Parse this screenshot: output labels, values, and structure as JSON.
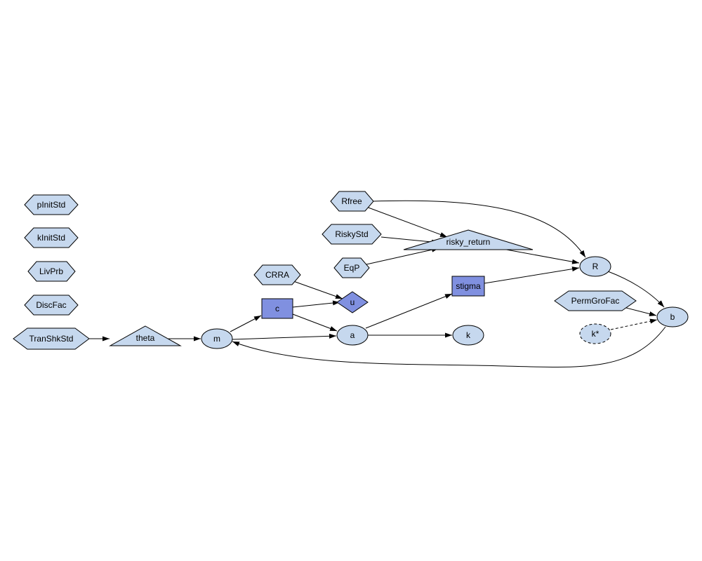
{
  "colors": {
    "fill_light": "#c6d8ee",
    "fill_dark": "#8090e0",
    "stroke": "#000000",
    "background": "#ffffff"
  },
  "nodes": {
    "pInitStd": {
      "label": "pInitStd",
      "shape": "hexagon",
      "style": "light"
    },
    "kInitStd": {
      "label": "kInitStd",
      "shape": "hexagon",
      "style": "light"
    },
    "LivPrb": {
      "label": "LivPrb",
      "shape": "hexagon",
      "style": "light"
    },
    "DiscFac": {
      "label": "DiscFac",
      "shape": "hexagon",
      "style": "light"
    },
    "TranShkStd": {
      "label": "TranShkStd",
      "shape": "hexagon",
      "style": "light"
    },
    "theta": {
      "label": "theta",
      "shape": "triangle",
      "style": "light"
    },
    "m": {
      "label": "m",
      "shape": "ellipse",
      "style": "light"
    },
    "c": {
      "label": "c",
      "shape": "box",
      "style": "dark"
    },
    "CRRA": {
      "label": "CRRA",
      "shape": "hexagon",
      "style": "light"
    },
    "u": {
      "label": "u",
      "shape": "diamond",
      "style": "dark"
    },
    "a": {
      "label": "a",
      "shape": "ellipse",
      "style": "light"
    },
    "k": {
      "label": "k",
      "shape": "ellipse",
      "style": "light"
    },
    "Rfree": {
      "label": "Rfree",
      "shape": "hexagon",
      "style": "light"
    },
    "RiskyStd": {
      "label": "RiskyStd",
      "shape": "hexagon",
      "style": "light"
    },
    "EqP": {
      "label": "EqP",
      "shape": "hexagon",
      "style": "light"
    },
    "risky_return": {
      "label": "risky_return",
      "shape": "triangle",
      "style": "light"
    },
    "stigma": {
      "label": "stigma",
      "shape": "box",
      "style": "dark"
    },
    "R": {
      "label": "R",
      "shape": "ellipse",
      "style": "light"
    },
    "PermGroFac": {
      "label": "PermGroFac",
      "shape": "hexagon",
      "style": "light"
    },
    "kstar": {
      "label": "k*",
      "shape": "ellipse",
      "style": "light-dashed"
    },
    "b": {
      "label": "b",
      "shape": "ellipse",
      "style": "light"
    }
  },
  "edges": [
    {
      "from": "TranShkStd",
      "to": "theta",
      "style": "solid"
    },
    {
      "from": "theta",
      "to": "m",
      "style": "solid"
    },
    {
      "from": "m",
      "to": "c",
      "style": "solid"
    },
    {
      "from": "m",
      "to": "a",
      "style": "solid"
    },
    {
      "from": "c",
      "to": "u",
      "style": "solid"
    },
    {
      "from": "CRRA",
      "to": "u",
      "style": "solid"
    },
    {
      "from": "c",
      "to": "a",
      "style": "solid"
    },
    {
      "from": "a",
      "to": "k",
      "style": "solid"
    },
    {
      "from": "a",
      "to": "stigma",
      "style": "solid"
    },
    {
      "from": "stigma",
      "to": "R",
      "style": "solid"
    },
    {
      "from": "Rfree",
      "to": "risky_return",
      "style": "solid"
    },
    {
      "from": "RiskyStd",
      "to": "risky_return",
      "style": "solid"
    },
    {
      "from": "EqP",
      "to": "risky_return",
      "style": "solid"
    },
    {
      "from": "risky_return",
      "to": "R",
      "style": "solid"
    },
    {
      "from": "Rfree",
      "to": "R",
      "style": "solid"
    },
    {
      "from": "R",
      "to": "b",
      "style": "solid"
    },
    {
      "from": "PermGroFac",
      "to": "b",
      "style": "solid"
    },
    {
      "from": "kstar",
      "to": "b",
      "style": "dashed"
    },
    {
      "from": "b",
      "to": "m",
      "style": "solid"
    }
  ]
}
